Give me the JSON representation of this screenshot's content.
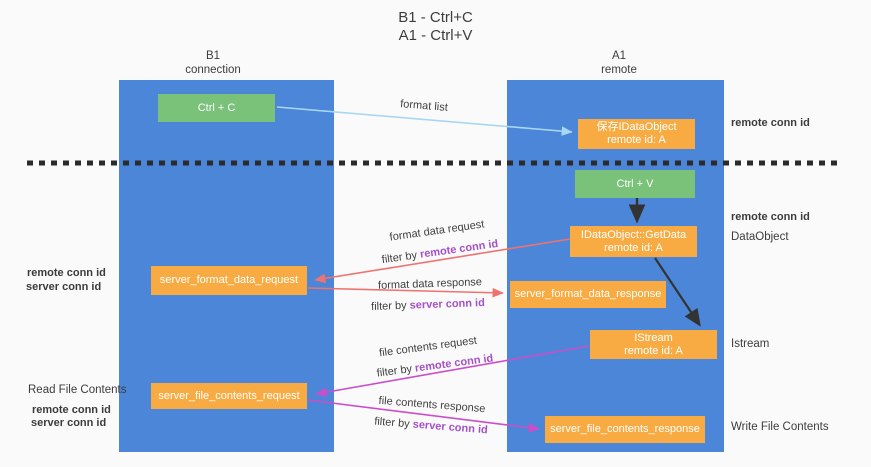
{
  "title": {
    "line1": "B1 - Ctrl+C",
    "line2": "A1 - Ctrl+V"
  },
  "columns": {
    "left": {
      "name": "B1",
      "role": "connection"
    },
    "right": {
      "name": "A1",
      "role": "remote"
    }
  },
  "nodes": {
    "ctrl_c": "Ctrl + C",
    "ctrl_v": "Ctrl + V",
    "save_dataobject": {
      "line1": "保存IDataObject",
      "line2": "remote id: A"
    },
    "getdata": {
      "line1": "IDataObject::GetData",
      "line2": "remote id: A"
    },
    "istream": {
      "line1": "IStream",
      "line2": "remote id: A"
    },
    "server_format_data_request": "server_format_data_request",
    "server_format_data_response": "server_format_data_response",
    "server_file_contents_request": "server_file_contents_request",
    "server_file_contents_response": "server_file_contents_response"
  },
  "edge_labels": {
    "format_list": "format list",
    "format_data_request": "format data request",
    "format_data_response": "format data response",
    "file_contents_request": "file contents request",
    "file_contents_response": "file contents response",
    "filter_by": "filter by",
    "remote_conn_id": "remote conn id",
    "server_conn_id": "server conn id"
  },
  "side_labels": {
    "remote_conn_id": "remote conn id",
    "server_conn_id": "server conn id",
    "dataobject": "DataObject",
    "istream": "Istream",
    "read_file_contents": "Read File Contents",
    "write_file_contents": "Write File Contents"
  },
  "colors": {
    "column_blue": "#4b86d8",
    "box_green": "#7ac27a",
    "box_orange": "#f8ab43",
    "arrow_light_blue": "#a9d7f2",
    "arrow_red": "#ee7370",
    "arrow_magenta": "#cb4ec9",
    "arrow_black": "#333333",
    "text_purple": "#a551c5",
    "text_green": "#5cb96a"
  }
}
